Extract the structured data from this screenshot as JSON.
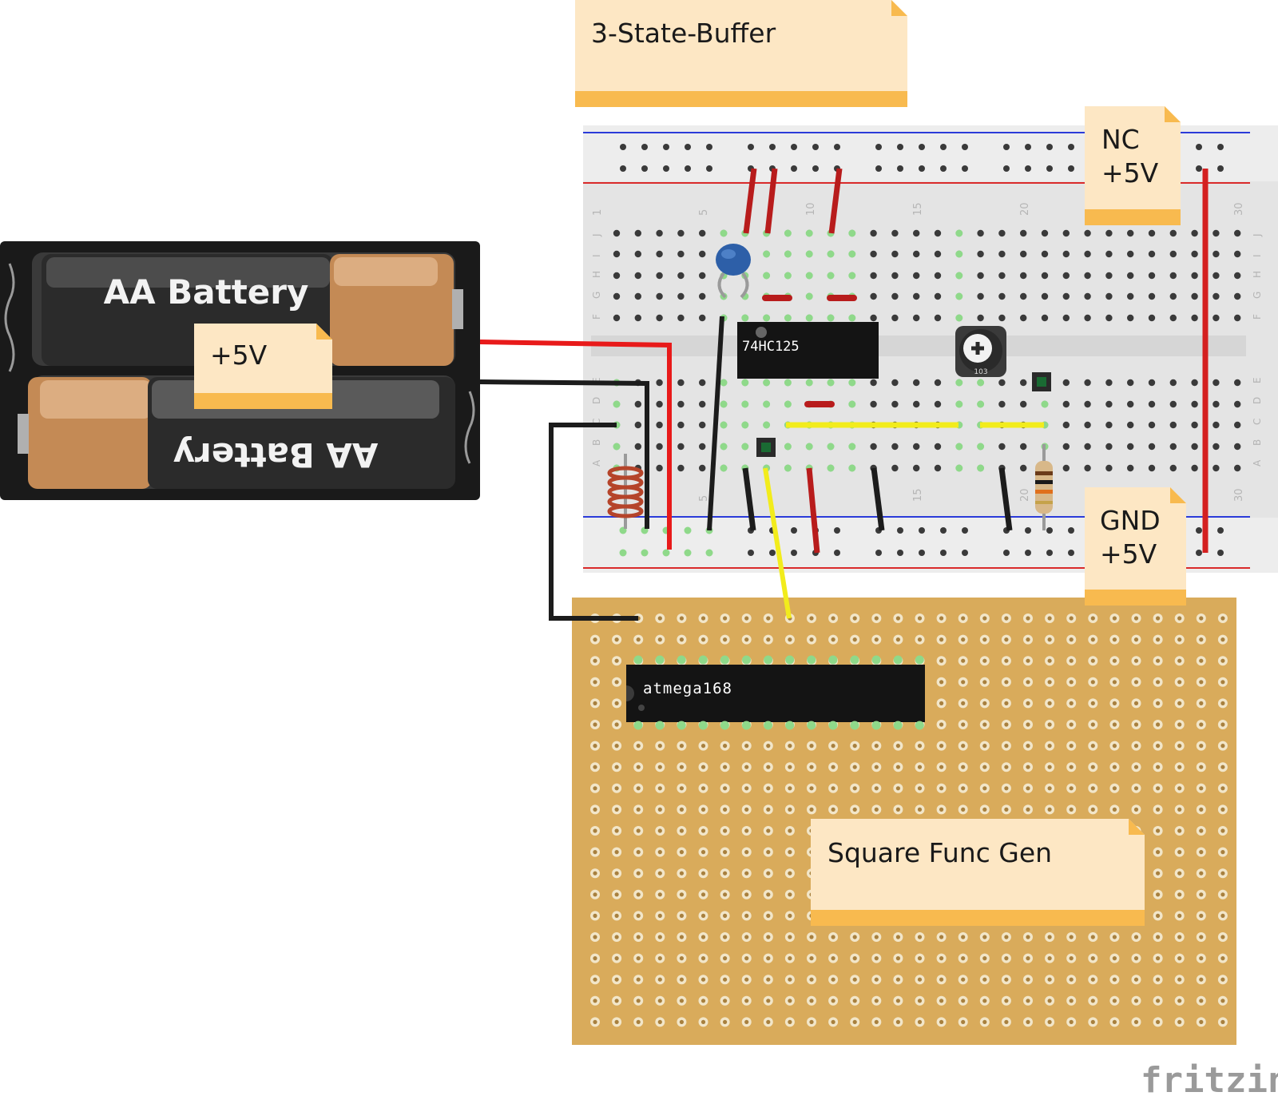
{
  "notes": {
    "buffer_title": "3-State-Buffer",
    "battery_voltage": "+5V",
    "top_rail_line1": "NC",
    "top_rail_line2": "+5V",
    "bottom_rail_line1": "GND",
    "bottom_rail_line2": "+5V",
    "func_gen": "Square Func Gen"
  },
  "battery": {
    "cell_top_label": "AA Battery",
    "cell_bottom_label": "AA Battery"
  },
  "breadboard": {
    "column_numbers": [
      "1",
      "5",
      "10",
      "15",
      "20",
      "30"
    ],
    "bottom_column_numbers": [
      "5",
      "15",
      "20",
      "30"
    ],
    "row_letters_top": [
      "J",
      "I",
      "H",
      "G",
      "F"
    ],
    "row_letters_bottom": [
      "E",
      "D",
      "C",
      "B",
      "A"
    ]
  },
  "chips": {
    "buffer_ic": "74HC125",
    "mcu": "atmega168"
  },
  "potentiometer": {
    "marking": "103"
  },
  "brand": "fritzing",
  "colors": {
    "note_fill": "#fde7c4",
    "note_band": "#f8ba4f",
    "wire_red": "#e81a1a",
    "wire_black": "#1c1c1c",
    "wire_yellow": "#f2ec1c",
    "perfboard": "#d9ab5b",
    "breadboard": "#e4e4e4",
    "rail_blue": "#2b3bd9",
    "rail_red": "#d92b2b"
  }
}
